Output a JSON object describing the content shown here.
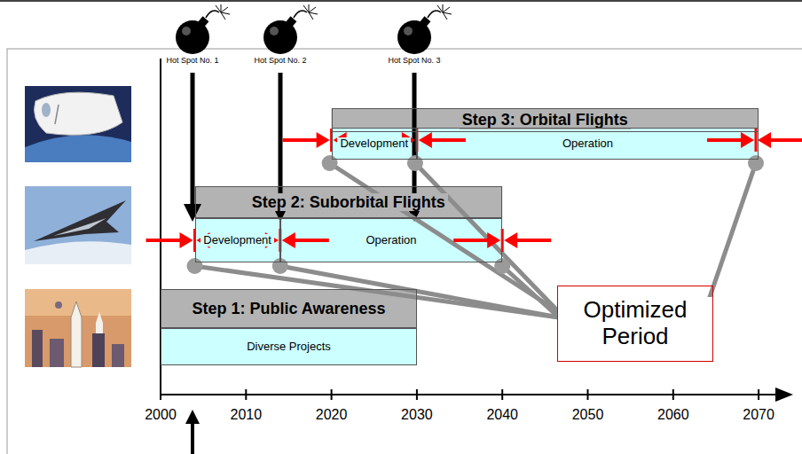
{
  "diagram": {
    "nodes": [
      {
        "text": [
          "Step 3: Orbital Flights"
        ]
      },
      {
        "text": [
          "Development"
        ]
      },
      {
        "text": [
          "Operation"
        ]
      },
      {
        "text": [
          "Step 2: Suborbital Flights"
        ]
      },
      {
        "text": [
          "Development"
        ]
      },
      {
        "text": [
          "Operation"
        ]
      },
      {
        "text": [
          "Step 1: Public Awareness"
        ]
      },
      {
        "text": [
          "Diverse Projects"
        ]
      },
      {
        "text": [
          "Optimized Period"
        ]
      }
    ],
    "labels": [
      "Hot Spot No. 1",
      "Hot Spot No. 2",
      "Hot Spot No. 3",
      "2000",
      "2010",
      "2020",
      "2030",
      "2040",
      "2050",
      "2060",
      "2070"
    ]
  }
}
